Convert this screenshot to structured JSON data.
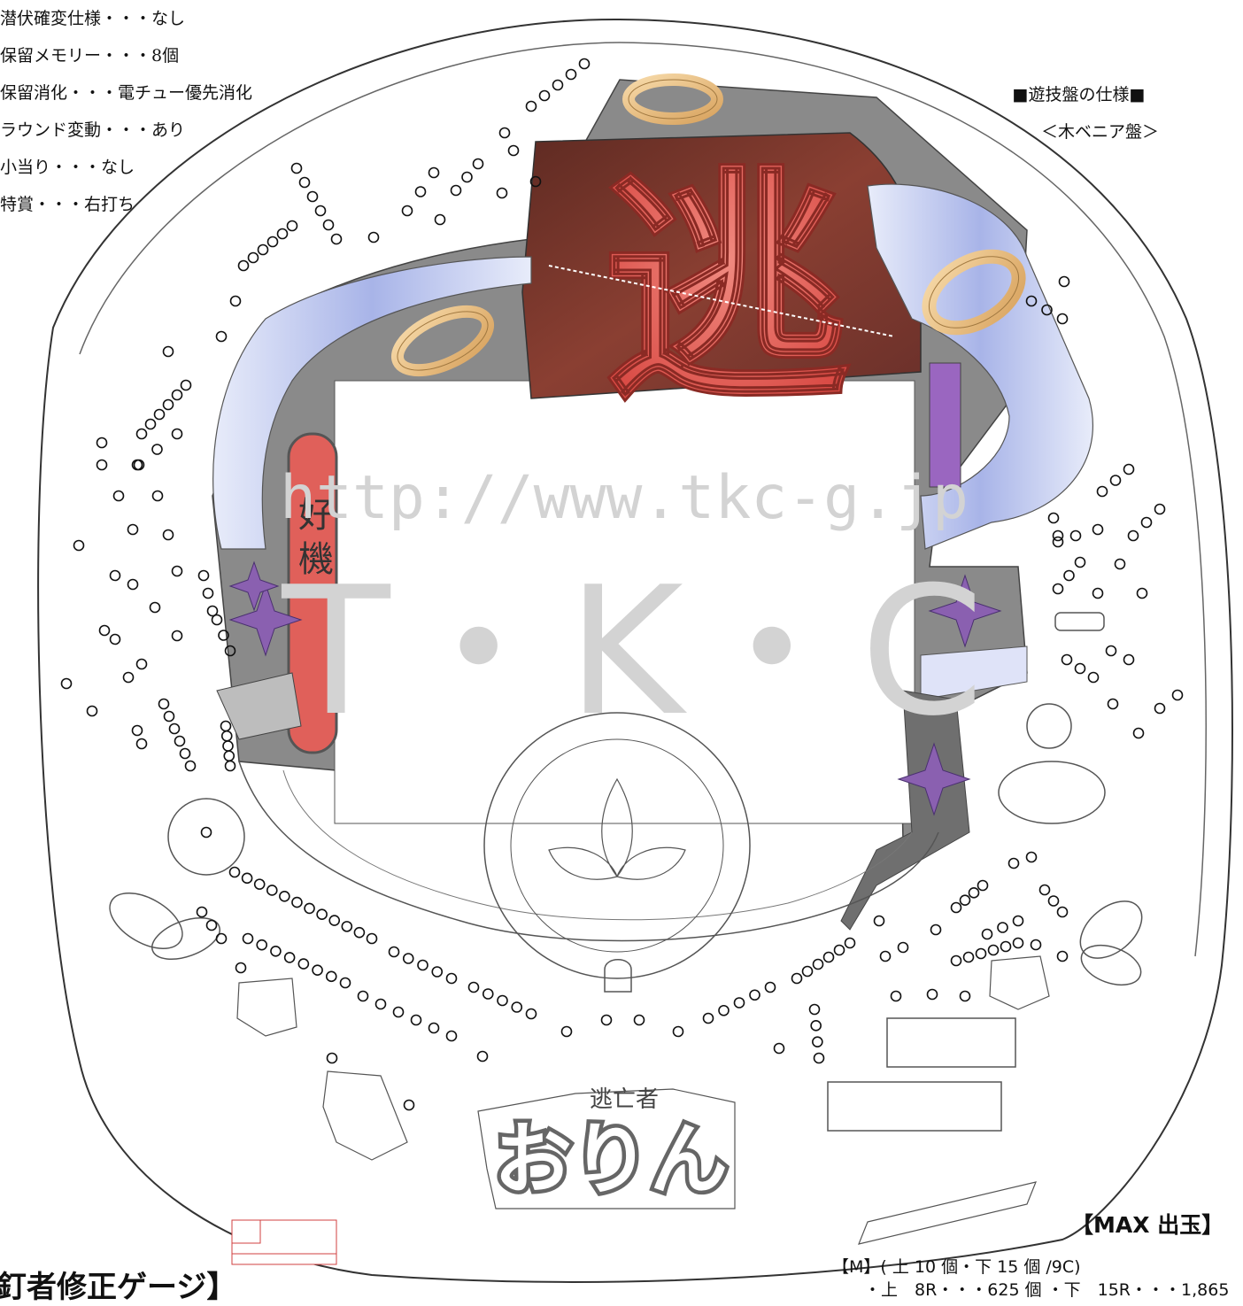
{
  "specs": {
    "items": [
      "潜伏確変仕様・・・なし",
      "保留メモリー・・・8個",
      "保留消化・・・電チュー優先消化",
      "ラウンド変動・・・あり",
      "小当り・・・なし",
      "特賞・・・右打ち"
    ]
  },
  "board_spec": {
    "title": "■遊技盤の仕様■",
    "type": "＜木ベニア盤＞"
  },
  "watermark": {
    "url": "http://www.tkc-g.jp",
    "logo": "T・K・C"
  },
  "center_sign": {
    "kanji": "逃",
    "side_label": "好機"
  },
  "logo": {
    "top": "逃亡者",
    "main": "おりん"
  },
  "max_payout": {
    "title": "【MAX 出玉】",
    "line1": "【M】( 上 10 個・下 15 個 /9C)",
    "line2": "・上　8R・・・625 個 ・下　15R・・・1,865"
  },
  "gauge_title": "釘者修正ゲージ】",
  "colors": {
    "frame_gray": "#8a8a8a",
    "sign_brown": "#7a3a2e",
    "sign_red": "#e0605a",
    "ribbon_blue": "#a8b4e8",
    "chain_gold": "#e8b872",
    "flower_purple": "#8a60b0",
    "watermark_gray": "#d3d3d3"
  }
}
